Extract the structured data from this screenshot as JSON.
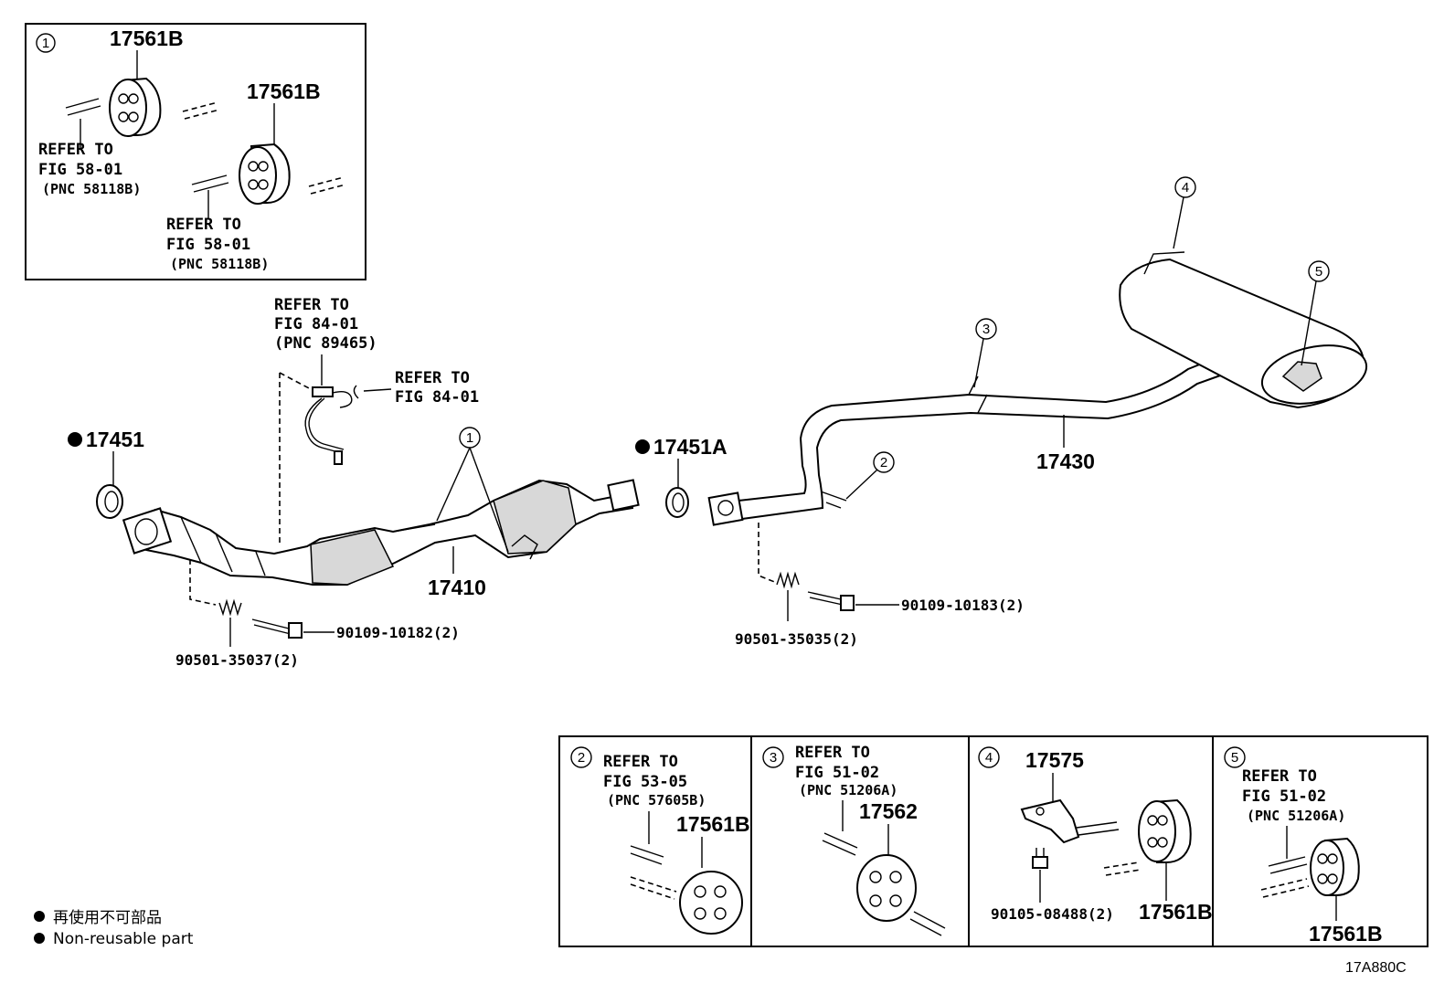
{
  "callouts": {
    "c1": "1",
    "c2": "2",
    "c3": "3",
    "c4": "4",
    "c5": "5"
  },
  "inset1": {
    "part_a": "17561B",
    "part_b": "17561B",
    "ref_a": [
      "REFER TO",
      "FIG 58-01",
      "(PNC 58118B)"
    ],
    "ref_b": [
      "REFER TO",
      "FIG 58-01",
      "(PNC 58118B)"
    ]
  },
  "main": {
    "ref_sensor": [
      "REFER TO",
      "FIG 84-01",
      "(PNC 89465)"
    ],
    "ref_clip": [
      "REFER TO",
      "FIG 84-01"
    ],
    "gasket_front": "17451",
    "gasket_mid": "17451A",
    "front_pipe": "17410",
    "tail_pipe": "17430",
    "bolt_left": "90109-10182(2)",
    "spring_left": "90501-35037(2)",
    "bolt_right": "90109-10183(2)",
    "spring_right": "90501-35035(2)"
  },
  "inset2": {
    "ref": [
      "REFER TO",
      "FIG 53-05",
      "(PNC 57605B)"
    ],
    "part": "17561B"
  },
  "inset3": {
    "ref": [
      "REFER TO",
      "FIG 51-02",
      "(PNC 51206A)"
    ],
    "part": "17562"
  },
  "inset4": {
    "bracket": "17575",
    "bolt": "90105-08488(2)",
    "part": "17561B"
  },
  "inset5": {
    "ref": [
      "REFER TO",
      "FIG 51-02",
      "(PNC 51206A)"
    ],
    "part": "17561B"
  },
  "legend": {
    "jp": "再使用不可部品",
    "en": "Non-reusable part"
  },
  "figure_code": "17A880C"
}
